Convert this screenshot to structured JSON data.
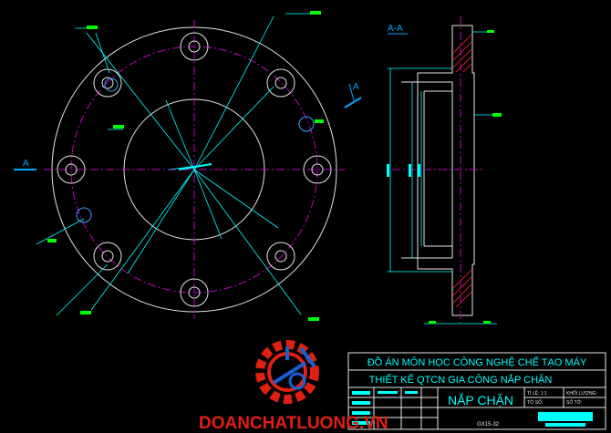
{
  "colors": {
    "background": "#000000",
    "outline": "#e6e6e6",
    "center_line": "#c000c0",
    "dimension": "#00ffff",
    "label": "#00ff00",
    "section_marker": "#00aaff",
    "watermark_red": "#e02010",
    "watermark_blue": "#1a5fd0"
  },
  "section": {
    "marker_left": "A",
    "marker_right": "A",
    "title": "A-A"
  },
  "title_block": {
    "line1": "ĐỒ ÁN MÔN HỌC CÔNG NGHỆ CHẾ TẠO MÁY",
    "line2": "THIẾT KẾ QTCN GIA CÔNG NẮP CHẶN",
    "part_name": "NẮP CHẶN",
    "scale_label": "TỈ LỆ: 1:1",
    "mass_label": "KHỐI LƯỢNG:",
    "sheet_label": "TỜ SỐ:",
    "sheets_label": "SỐ TỜ:",
    "material": "GX15-32"
  },
  "watermark": {
    "text": "DOANCHATLUONG.VN"
  },
  "icons": {
    "watermark_logo": "gear-caliper-logo-icon"
  }
}
